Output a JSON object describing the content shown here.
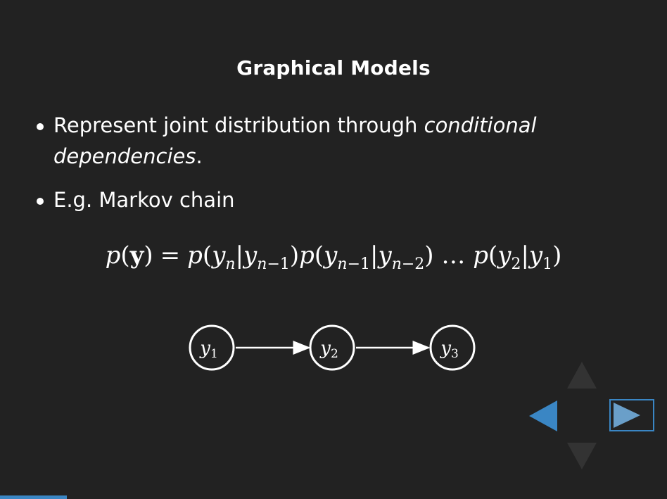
{
  "slide": {
    "title": "Graphical Models",
    "bullets": [
      {
        "prefix": "Represent joint distribution through ",
        "emph": "conditional dependencies",
        "suffix": "."
      },
      {
        "prefix": "E.g. Markov chain",
        "emph": "",
        "suffix": ""
      }
    ],
    "equation": {
      "lhs_func": "p",
      "lhs_var": "y",
      "equals": "=",
      "ellipsis": "…"
    },
    "graph": {
      "nodes": [
        {
          "base": "y",
          "sub": "1"
        },
        {
          "base": "y",
          "sub": "2"
        },
        {
          "base": "y",
          "sub": "3"
        }
      ]
    }
  },
  "navigation": {
    "controls": [
      "left-arrow",
      "right-arrow",
      "up-arrow",
      "down-arrow"
    ],
    "colors": {
      "active": "#3a86c4",
      "active_light": "#6a9fc9",
      "inactive": "#333333"
    },
    "progress": 0.1
  }
}
